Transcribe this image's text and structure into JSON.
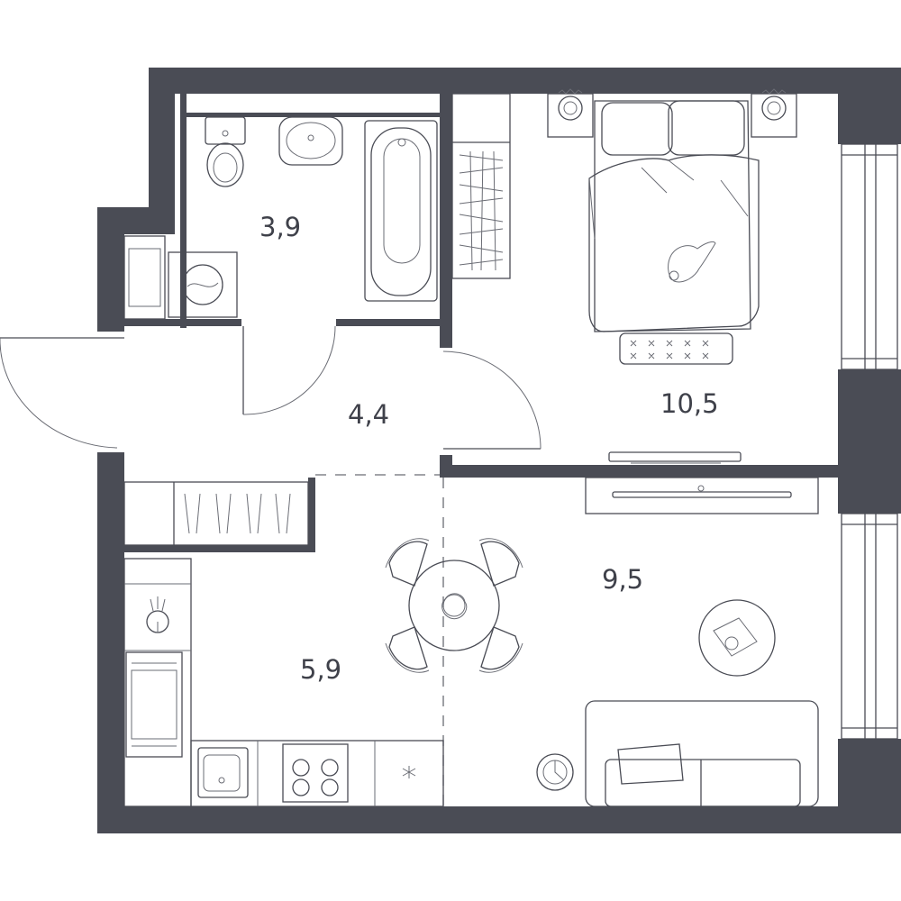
{
  "rooms": [
    {
      "id": "bathroom",
      "area": "3,9"
    },
    {
      "id": "hallway",
      "area": "4,4"
    },
    {
      "id": "bedroom",
      "area": "10,5"
    },
    {
      "id": "kitchen",
      "area": "5,9"
    },
    {
      "id": "living-room",
      "area": "9,5"
    }
  ],
  "colors": {
    "walls": "#4a4c55",
    "lines": "#6a6c74",
    "background": "#ffffff"
  }
}
